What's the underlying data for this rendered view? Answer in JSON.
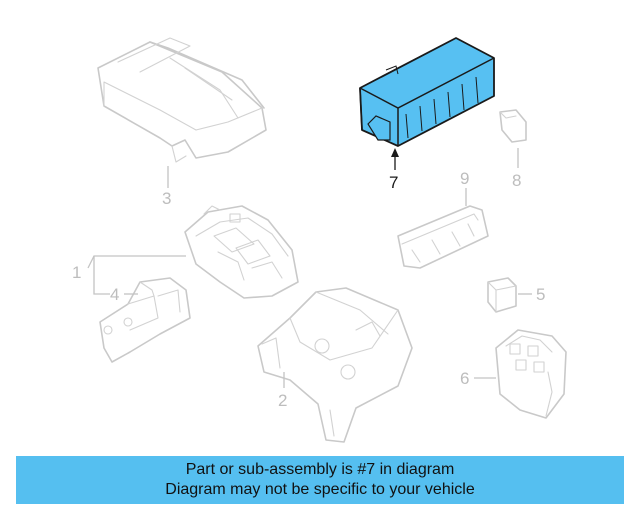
{
  "diagram": {
    "callouts": [
      {
        "label": "1",
        "highlighted": false
      },
      {
        "label": "2",
        "highlighted": false
      },
      {
        "label": "3",
        "highlighted": false
      },
      {
        "label": "4",
        "highlighted": false
      },
      {
        "label": "5",
        "highlighted": false
      },
      {
        "label": "6",
        "highlighted": false
      },
      {
        "label": "7",
        "highlighted": true
      },
      {
        "label": "8",
        "highlighted": false
      },
      {
        "label": "9",
        "highlighted": false
      }
    ],
    "highlight_color": "#57c0f2",
    "highlight_outline_color": "#1a1a1a",
    "ghost_color": "#c9c9c9"
  },
  "banner": {
    "line1": "Part or sub-assembly is #7 in diagram",
    "line2": "Diagram may not be specific to your vehicle",
    "background": "#55bff0"
  }
}
